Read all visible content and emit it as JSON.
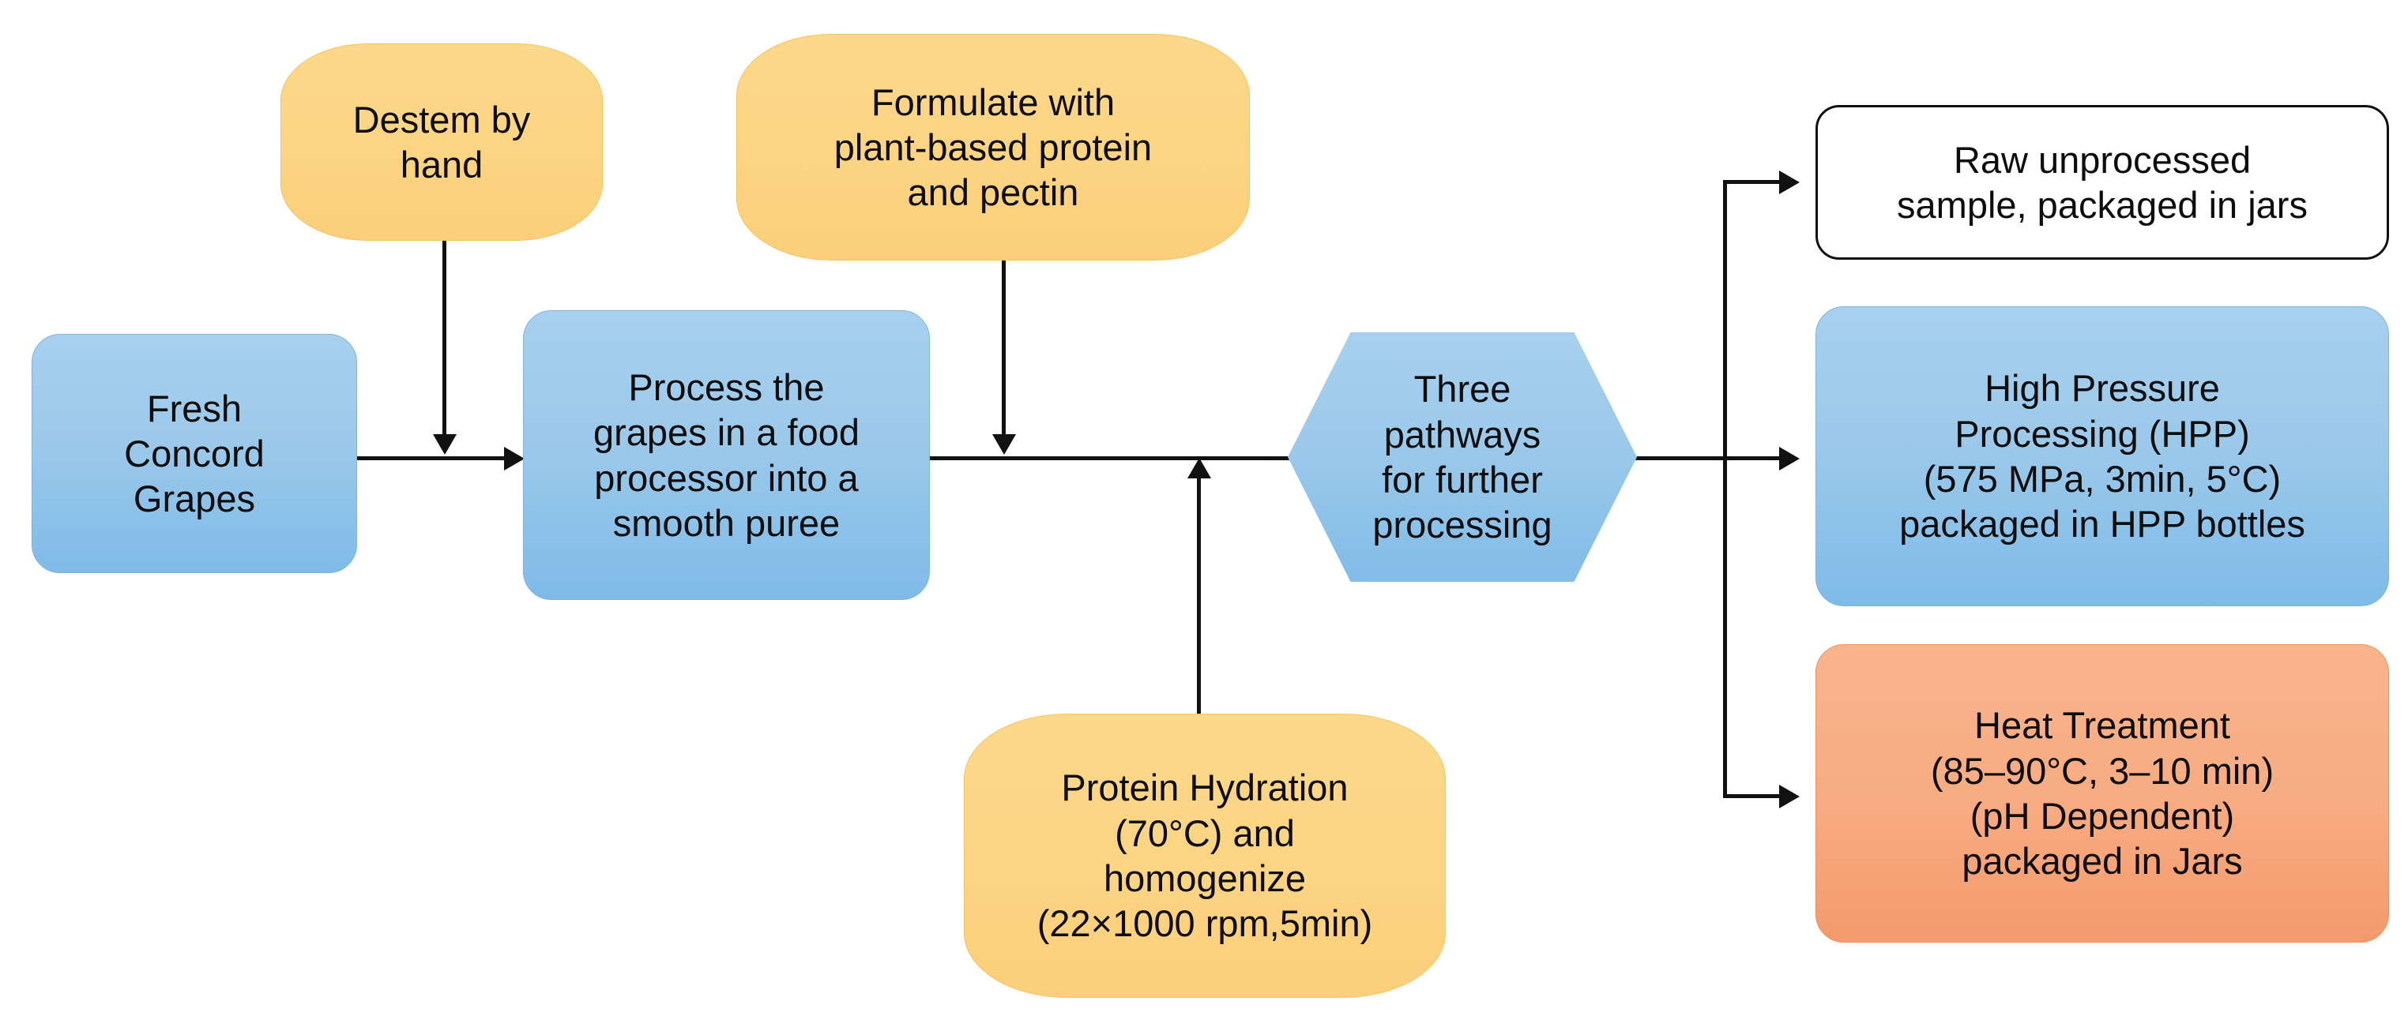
{
  "diagram": {
    "title": "Concord grape puree processing flowchart",
    "colors": {
      "blue_fill": "#9cc9ea",
      "amber_fill": "#fcd483",
      "orange_fill": "#f8ab81",
      "white_fill": "#ffffff",
      "connector": "#111111"
    },
    "nodes": [
      {
        "id": "fresh-concord-grapes",
        "label": "Fresh\nConcord\nGrapes",
        "shape": "rounded-rectangle",
        "fill": "blue"
      },
      {
        "id": "destem-by-hand",
        "label": "Destem by\nhand",
        "shape": "rounded-rectangle",
        "fill": "amber"
      },
      {
        "id": "process-grapes",
        "label": "Process the\ngrapes in a food\nprocessor into a\nsmooth puree",
        "shape": "rounded-rectangle",
        "fill": "blue"
      },
      {
        "id": "formulate",
        "label": "Formulate with\nplant-based protein\nand pectin",
        "shape": "rounded-rectangle",
        "fill": "amber"
      },
      {
        "id": "protein-hydration",
        "label": "Protein Hydration\n(70°C) and\nhomogenize\n(22×1000 rpm,5min)",
        "shape": "rounded-rectangle",
        "fill": "amber"
      },
      {
        "id": "three-pathways",
        "label": "Three\npathways\nfor further\nprocessing",
        "shape": "hexagon",
        "fill": "blue"
      },
      {
        "id": "raw-unprocessed",
        "label": "Raw unprocessed\nsample, packaged in jars",
        "shape": "rounded-rectangle",
        "fill": "white"
      },
      {
        "id": "high-pressure-processing",
        "label": "High Pressure\nProcessing (HPP)\n(575 MPa, 3min, 5°C)\npackaged in HPP bottles",
        "shape": "rounded-rectangle",
        "fill": "blue"
      },
      {
        "id": "heat-treatment",
        "label": "Heat Treatment\n(85–90°C, 3–10 min)\n(pH Dependent)\npackaged in Jars",
        "shape": "rounded-rectangle",
        "fill": "orange"
      }
    ],
    "edges": [
      {
        "from": "fresh-concord-grapes",
        "to": "process-grapes",
        "style": "arrow-right"
      },
      {
        "from": "destem-by-hand",
        "to": "process-grapes",
        "style": "arrow-down"
      },
      {
        "from": "process-grapes",
        "to": "three-pathways",
        "style": "arrow-right"
      },
      {
        "from": "formulate",
        "to": "process-grapes",
        "style": "arrow-down"
      },
      {
        "from": "protein-hydration",
        "to": "three-pathways",
        "style": "arrow-up"
      },
      {
        "from": "three-pathways",
        "to": "raw-unprocessed",
        "style": "arrow-right"
      },
      {
        "from": "three-pathways",
        "to": "high-pressure-processing",
        "style": "arrow-right"
      },
      {
        "from": "three-pathways",
        "to": "heat-treatment",
        "style": "arrow-right"
      }
    ]
  }
}
